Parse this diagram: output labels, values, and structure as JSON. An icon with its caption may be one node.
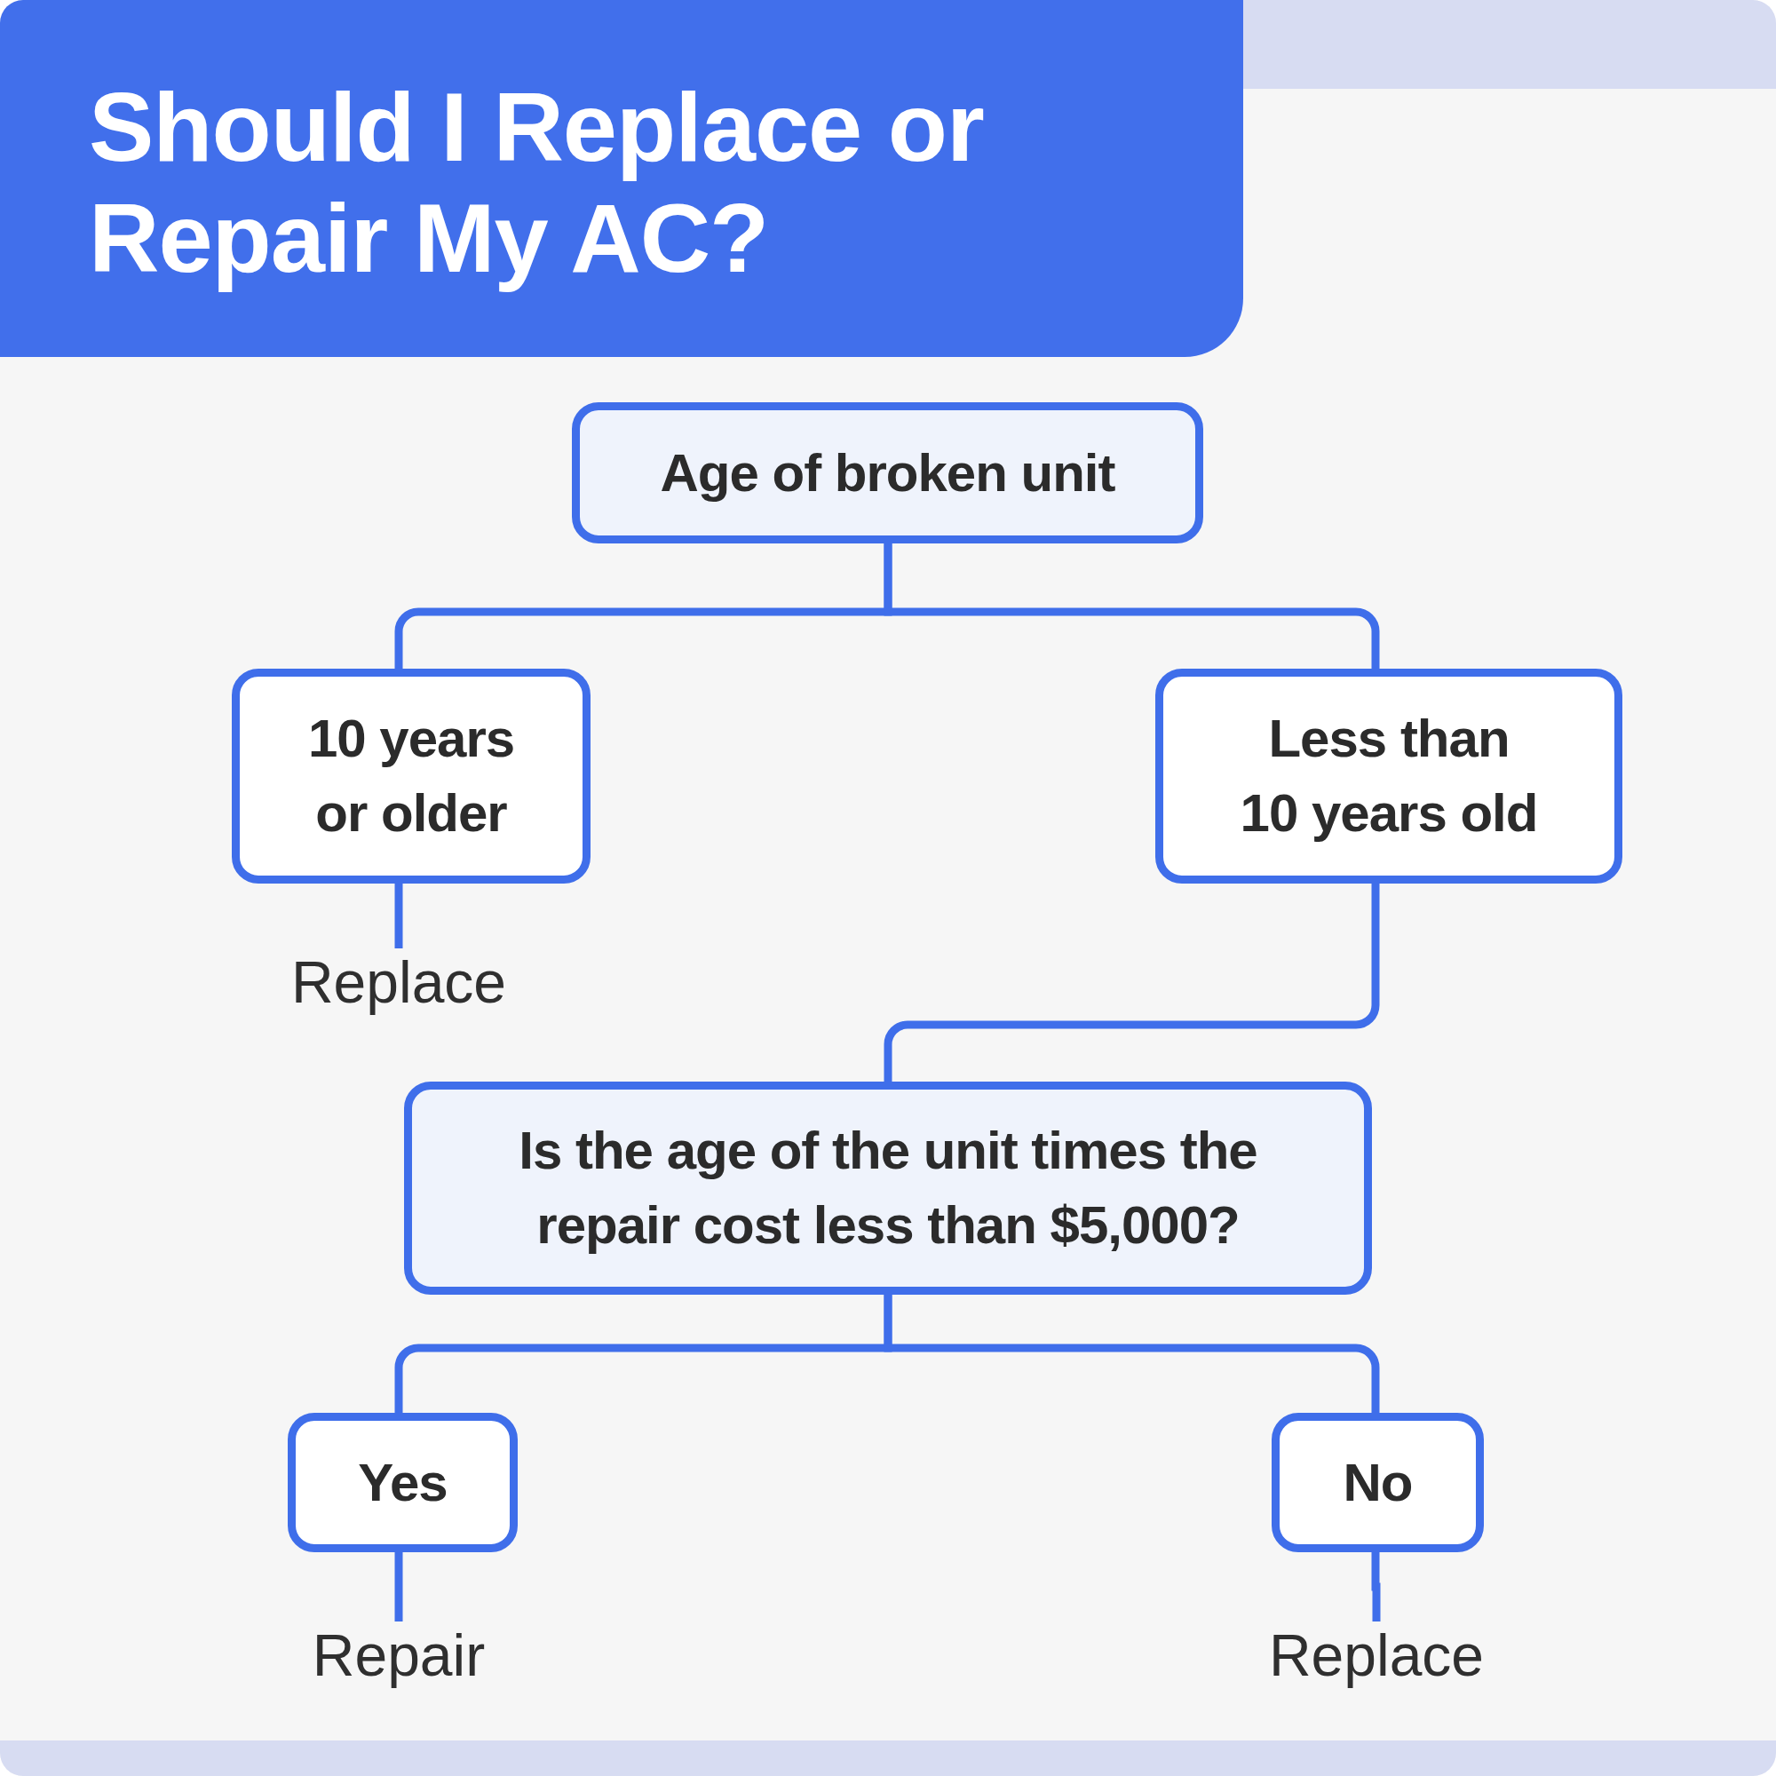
{
  "diagram": {
    "title": "Should I Replace or Repair My AC?",
    "nodes": [
      {
        "text": [
          "Age of broken unit"
        ]
      },
      {
        "text": [
          "10 years or older"
        ]
      },
      {
        "text": [
          "Less than 10 years old"
        ]
      },
      {
        "text": [
          "Replace"
        ]
      },
      {
        "text": [
          "Is the age of the unit times the repair cost less than $5,000?"
        ]
      },
      {
        "text": [
          "Yes"
        ]
      },
      {
        "text": [
          "No"
        ]
      },
      {
        "text": [
          "Repair"
        ]
      },
      {
        "text": [
          "Replace"
        ]
      }
    ],
    "edges": [
      {
        "from": 0,
        "to": 1,
        "arrow": "none"
      },
      {
        "from": 0,
        "to": 2,
        "arrow": "none"
      },
      {
        "from": 1,
        "to": 3,
        "arrow": "none"
      },
      {
        "from": 2,
        "to": 4,
        "arrow": "none"
      },
      {
        "from": 4,
        "to": 5,
        "arrow": "none"
      },
      {
        "from": 4,
        "to": 6,
        "arrow": "none"
      },
      {
        "from": 5,
        "to": 7,
        "arrow": "none"
      },
      {
        "from": 6,
        "to": 8,
        "arrow": "none"
      }
    ]
  }
}
